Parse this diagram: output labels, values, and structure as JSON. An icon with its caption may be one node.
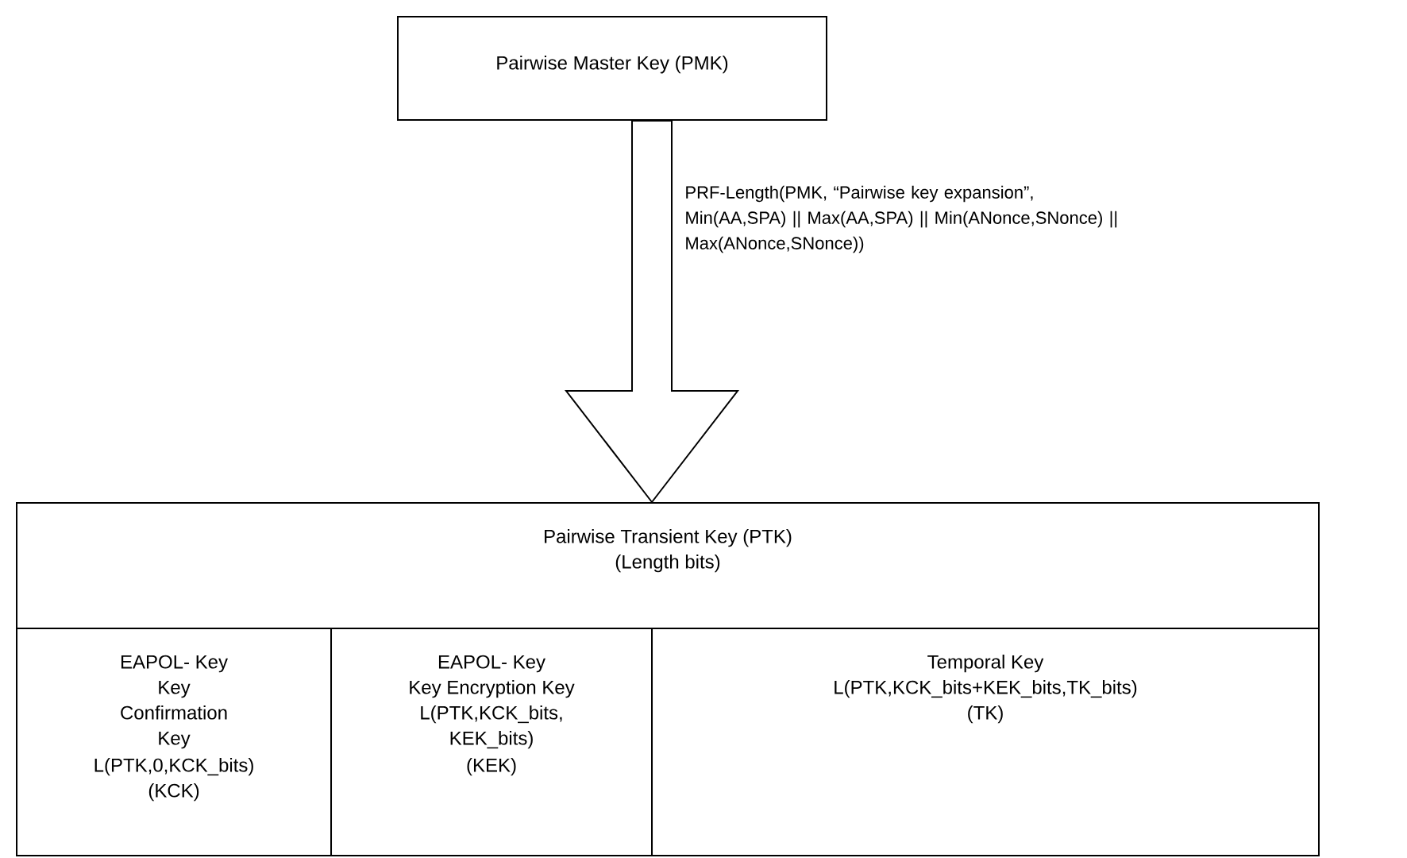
{
  "diagram": {
    "nodes": [
      {
        "text": [
          "Pairwise Master Key (PMK)"
        ]
      },
      {
        "text": [
          "Pairwise Transient Key (PTK)",
          "(Length bits)"
        ]
      },
      {
        "text": [
          "EAPOL- Key",
          "Key Confirmation Key",
          "L(PTK,0,KCK_bits)",
          "(KCK)"
        ],
        "in": 1
      },
      {
        "text": [
          "EAPOL- Key",
          "Key Encryption Key",
          "L(PTK,KCK_bits, KEK_bits)",
          "(KEK)"
        ],
        "in": 1
      },
      {
        "text": [
          "Temporal Key",
          "L(PTK,KCK_bits+KEK_bits,TK_bits)",
          "(TK)"
        ],
        "in": 1
      }
    ],
    "edges": [
      {
        "from": 0,
        "to": 1,
        "arrow": "to",
        "label": "PRF-Length(PMK, “Pairwise key expansion”, Min(AA,SPA) || Max(AA,SPA) || Min(ANonce,SNonce) || Max(ANonce,SNonce))"
      }
    ]
  }
}
